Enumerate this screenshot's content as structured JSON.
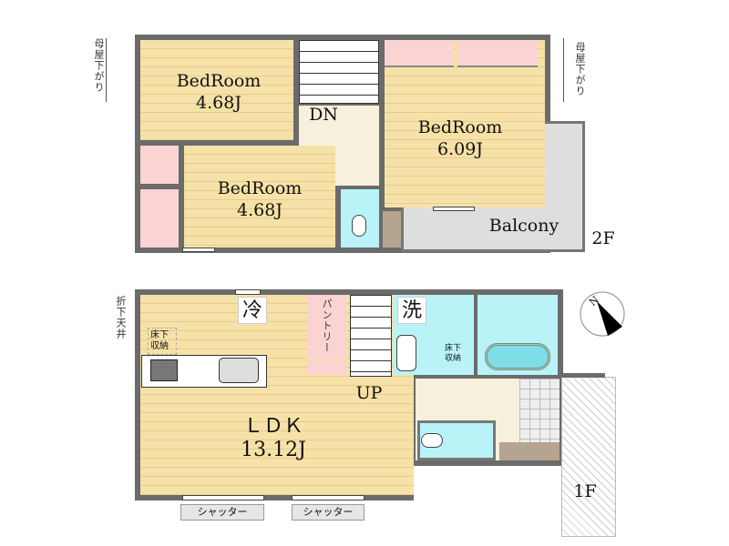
{
  "floor2": {
    "level": "2F",
    "bedroom_top_left": {
      "name": "BedRoom",
      "size": "4.68J"
    },
    "bedroom_bottom_left": {
      "name": "BedRoom",
      "size": "4.68J"
    },
    "bedroom_right": {
      "name": "BedRoom",
      "size": "6.09J"
    },
    "stair_label": "DN",
    "balcony": "Balcony",
    "note_left": "母屋下がり",
    "note_right": "母屋下がり"
  },
  "floor1": {
    "level": "1F",
    "ldk": {
      "name": "ＬＤＫ",
      "size": "13.12J"
    },
    "fridge": "冷",
    "pantry": "パントリー",
    "washroom": "洗",
    "stair_label": "UP",
    "underfloor_storage_kitchen": "床下収納",
    "underfloor_storage_wash": "床下収納",
    "lowered_ceiling": "折下天井",
    "shutters": [
      "シャッター",
      "シャッター"
    ]
  },
  "compass": {
    "north": "N"
  }
}
